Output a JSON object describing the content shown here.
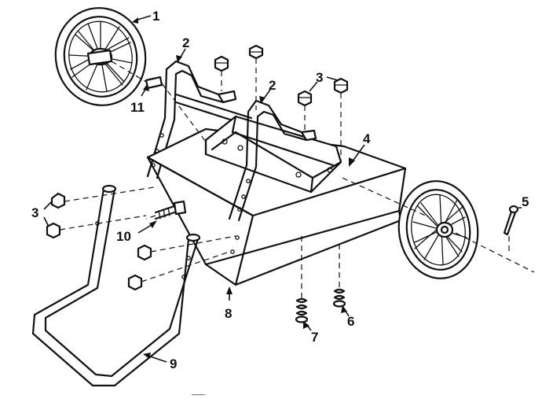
{
  "diagram": {
    "callouts": {
      "c1": "1",
      "c2a": "2",
      "c2b": "2",
      "c3a": "3",
      "c3b": "3",
      "c4": "4",
      "c5": "5",
      "c6": "6",
      "c7": "7",
      "c8": "8",
      "c9": "9",
      "c10": "10",
      "c11": "11"
    },
    "footer_mark": "___"
  }
}
